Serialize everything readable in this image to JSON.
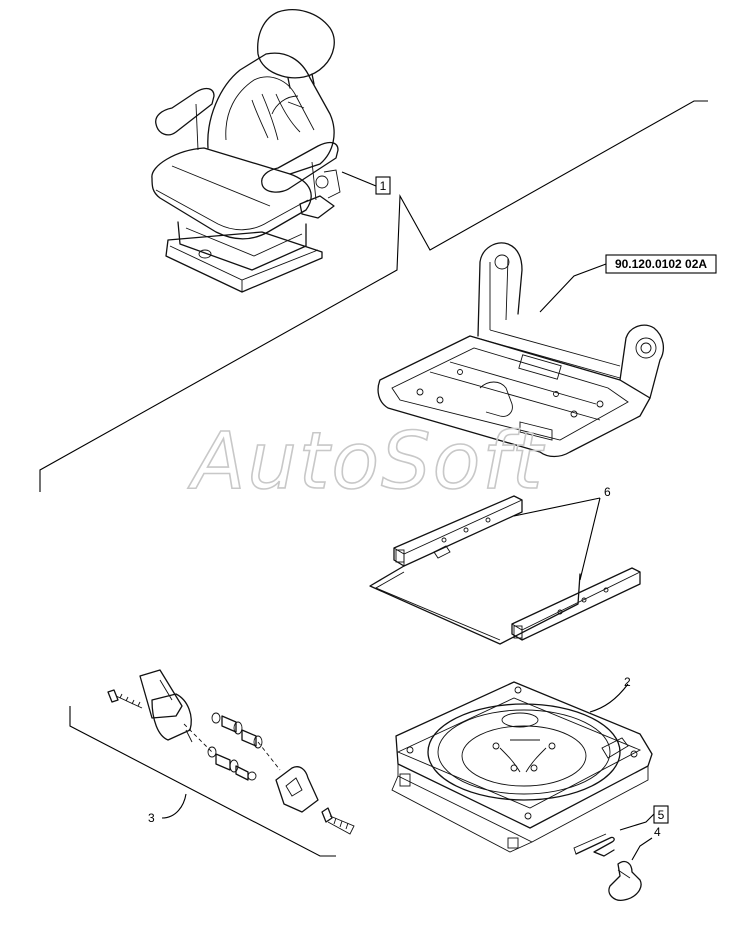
{
  "watermark": "AutoSoft",
  "reference_code": "90.120.0102 02A",
  "callouts": {
    "c1": "1",
    "c2": "2",
    "c3": "3",
    "c4": "4",
    "c5": "5",
    "c6": "6"
  },
  "parts": [
    "seat-assembly",
    "seat-frame",
    "seat-slide-rails",
    "seat-belt-kit",
    "swivel-plate",
    "swivel-lever",
    "handle"
  ]
}
